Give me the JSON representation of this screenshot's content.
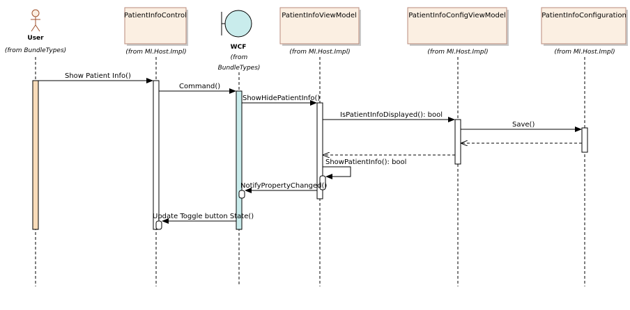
{
  "participants": {
    "user": {
      "name": "User",
      "source": "(from BundleTypes)"
    },
    "control": {
      "name": "PatientInfoControl",
      "source": "(from MI.Host.Impl)"
    },
    "wcf": {
      "name": "WCF",
      "source_line1": "(from",
      "source_line2": "BundleTypes)"
    },
    "viewmodel": {
      "name": "PatientInfoViewModel",
      "source": "(from MI.Host.Impl)"
    },
    "configviewmodel": {
      "name": "PatientInfoConfigViewModel",
      "source": "(from MI.Host.Impl)"
    },
    "configuration": {
      "name": "PatientInfoConfiguration",
      "source": "(from MI.Host.Impl)"
    }
  },
  "messages": {
    "show_patient_info": "Show Patient Info()",
    "command": "Command()",
    "show_hide": "ShowHidePatientInfo()",
    "is_displayed": "IsPatientInfoDisplayed(): bool",
    "save": "Save()",
    "show_patient_info_self": "ShowPatientInfo(): bool",
    "notify": "NotifyPropertyChanged()",
    "update_toggle": "Update Toggle button State()"
  },
  "colors": {
    "participant_fill": "#fbefe2",
    "participant_border": "#b88a7a",
    "wcf_fill": "#c9ecec",
    "user_activation": "#f9dcba",
    "wcf_activation": "#c9ecec"
  }
}
